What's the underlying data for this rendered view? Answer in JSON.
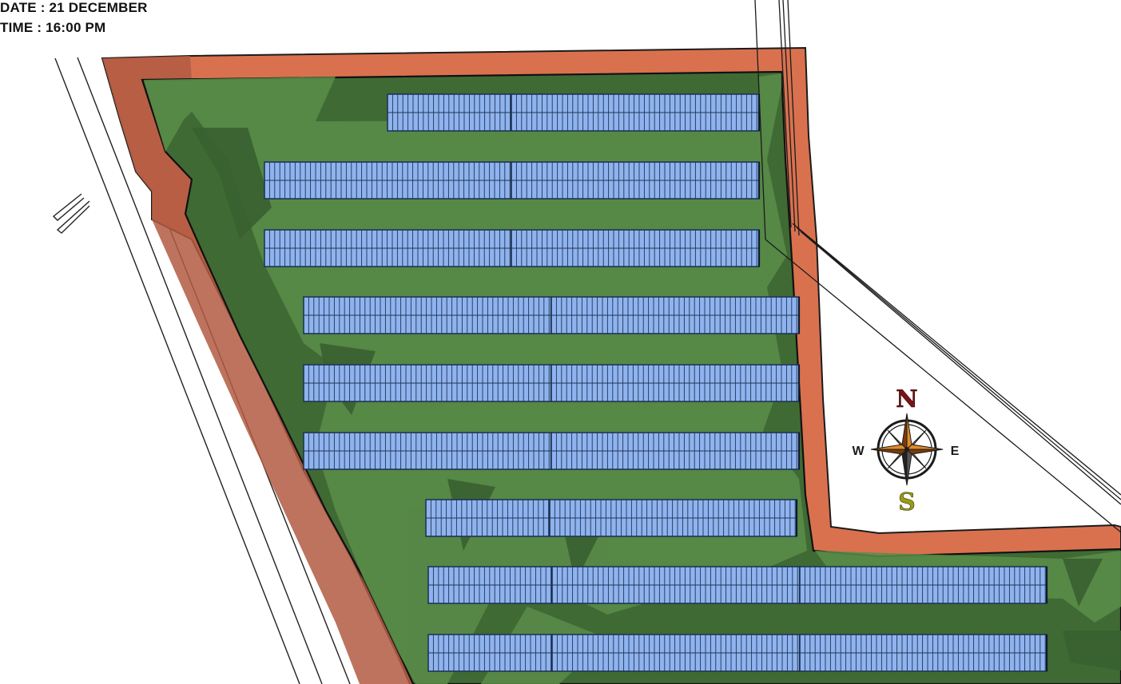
{
  "header": {
    "date_line": "DATE : 21 DECEMBER",
    "time_line": "TIME : 16:00 PM"
  },
  "compass": {
    "north": "N",
    "south": "S",
    "east": "E",
    "west": "W"
  },
  "colors": {
    "boundary": "#d9714f",
    "boundary_shadow": "#b25a42",
    "ground": "#3f6a34",
    "ground_sunlit": "#5b8d4a",
    "panel": "#8fb3ee",
    "panel_line": "#1f3557",
    "compass_north": "#7a1414",
    "compass_south": "#9a9a1c",
    "compass_arrow": "#e08b2a"
  },
  "panel_rows": [
    {
      "tables": 2
    },
    {
      "tables": 2
    },
    {
      "tables": 2
    },
    {
      "tables": 2
    },
    {
      "tables": 2
    },
    {
      "tables": 2
    },
    {
      "tables": 2
    },
    {
      "tables": 3
    },
    {
      "tables": 3
    }
  ]
}
